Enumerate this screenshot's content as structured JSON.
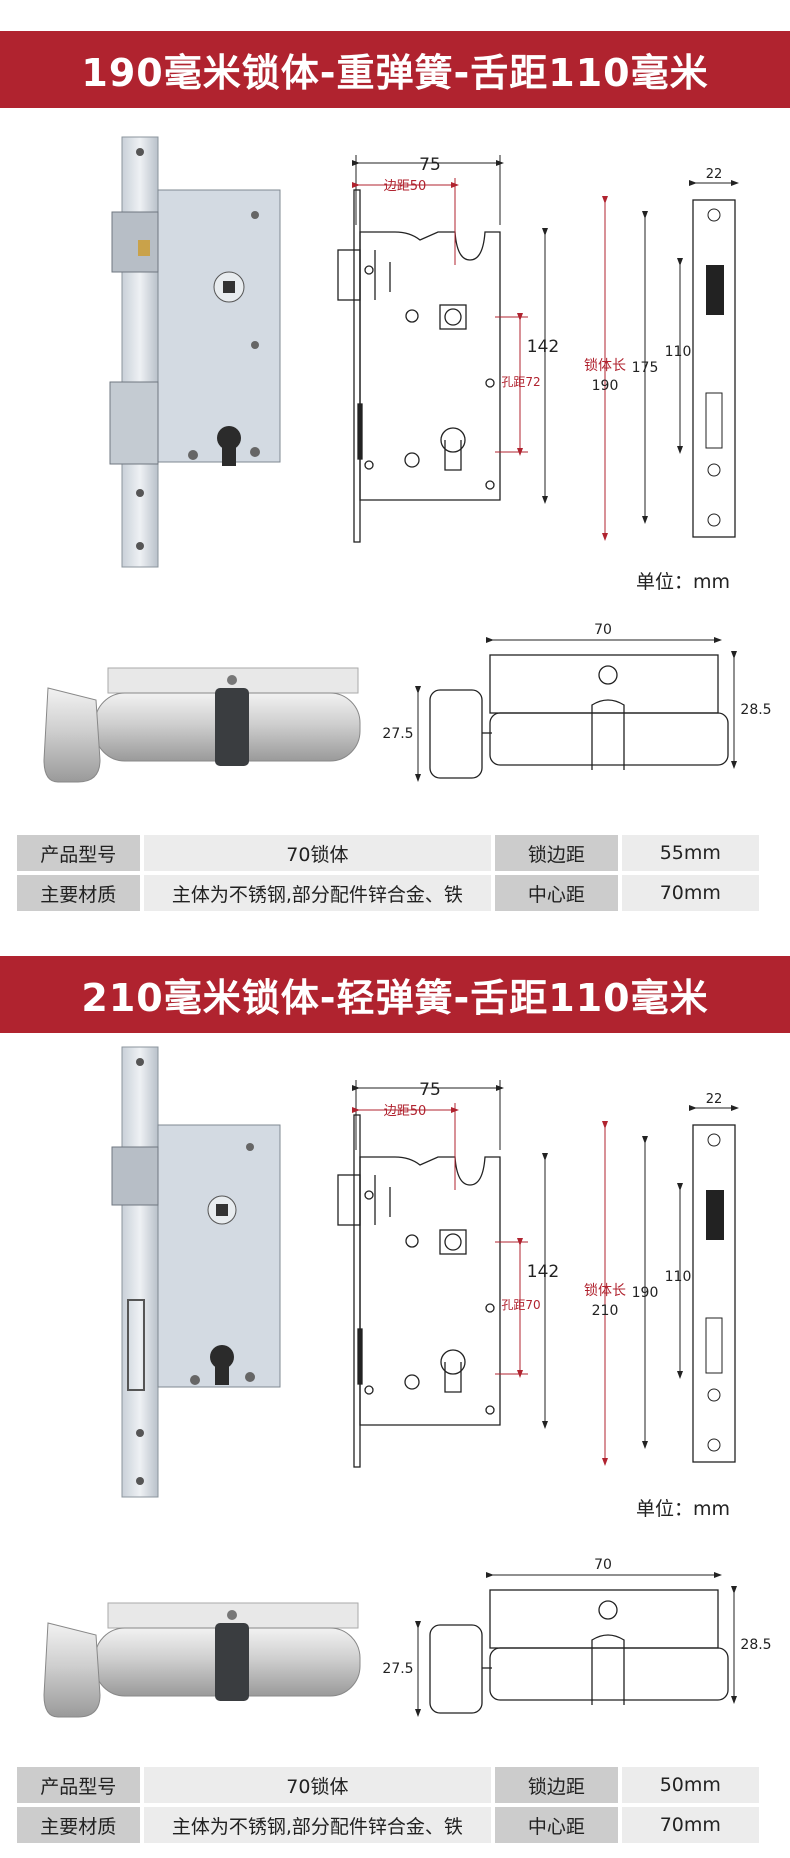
{
  "sections": [
    {
      "title": "190毫米锁体-重弹簧-舌距110毫米",
      "dims": {
        "width": "75",
        "edge_label": "边距50",
        "height": "142",
        "hole_label": "孔距72",
        "length_label": "锁体长",
        "length_value": "190",
        "inner": "175",
        "tongue": "110",
        "plate_width": "22"
      },
      "unit": "单位：mm",
      "cylinder": {
        "length": "70",
        "height_right": "28.5",
        "height_left": "27.5"
      },
      "spec": {
        "model_label": "产品型号",
        "model_value": "70锁体",
        "edge_label": "锁边距",
        "edge_value": "55mm",
        "material_label": "主要材质",
        "material_value": "主体为不锈钢,部分配件锌合金、铁",
        "center_label": "中心距",
        "center_value": "70mm"
      }
    },
    {
      "title": "210毫米锁体-轻弹簧-舌距110毫米",
      "dims": {
        "width": "75",
        "edge_label": "边距50",
        "height": "142",
        "hole_label": "孔距70",
        "length_label": "锁体长",
        "length_value": "210",
        "inner": "190",
        "tongue": "110",
        "plate_width": "22"
      },
      "unit": "单位：mm",
      "cylinder": {
        "length": "70",
        "height_right": "28.5",
        "height_left": "27.5"
      },
      "spec": {
        "model_label": "产品型号",
        "model_value": "70锁体",
        "edge_label": "锁边距",
        "edge_value": "50mm",
        "material_label": "主要材质",
        "material_value": "主体为不锈钢,部分配件锌合金、铁",
        "center_label": "中心距",
        "center_value": "70mm"
      }
    }
  ],
  "colors": {
    "banner": "#b0232f",
    "dim_red": "#b0232f"
  }
}
